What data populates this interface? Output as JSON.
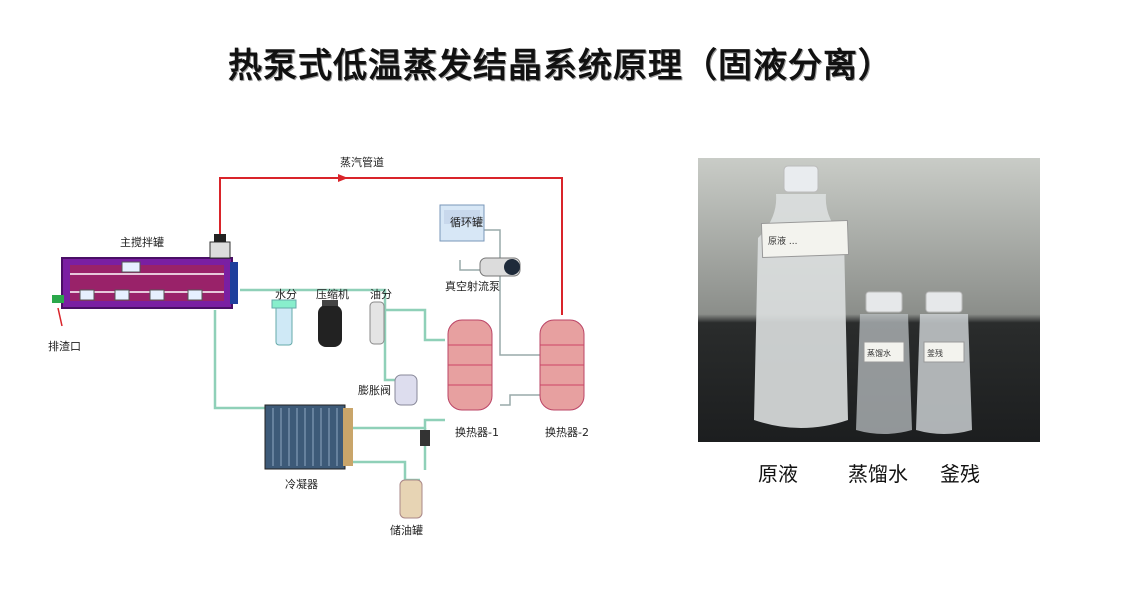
{
  "title": "热泵式低温蒸发结晶系统原理（固液分离）",
  "diagram": {
    "labels": {
      "steam_pipe": "蒸汽管道",
      "main_tank": "主搅拌罐",
      "drain": "排渣口",
      "water_sep": "水分",
      "compressor": "压缩机",
      "oil_sep": "油分",
      "circ_tank": "循环罐",
      "vacuum_pump": "真空射流泵",
      "expansion_valve": "膨胀阀",
      "hx1": "换热器-1",
      "hx2": "换热器-2",
      "condenser": "冷凝器",
      "oil_tank": "储油罐"
    },
    "colors": {
      "steam": "#d9242a",
      "water": "#8fd0b8",
      "tank_body": "#7a1fa2",
      "hx": "#e7a0a0"
    }
  },
  "photo": {
    "captions": [
      "原液",
      "蒸馏水",
      "釜残"
    ],
    "bottle_labels": [
      "原液 ...",
      "蒸馏水",
      "釜残"
    ]
  }
}
